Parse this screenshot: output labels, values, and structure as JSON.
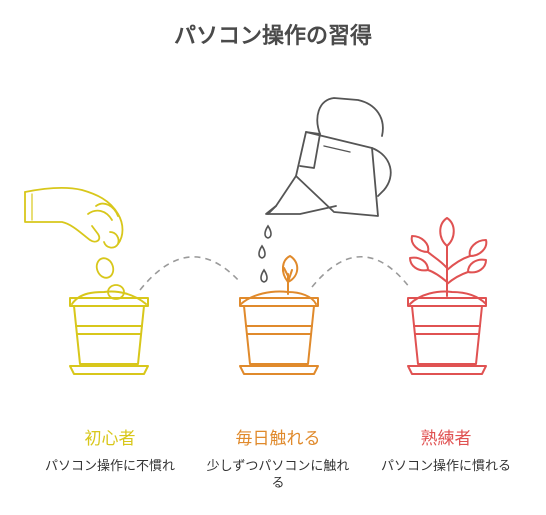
{
  "title": "パソコン操作の習得",
  "colors": {
    "title": "#4a4a4a",
    "beginner": "#d8c71b",
    "practice": "#e08a2c",
    "expert": "#e05252",
    "line": "#9a9a9a",
    "hand": "#d8c71b"
  },
  "stages": [
    {
      "label": "初心者",
      "description": "パソコン操作に不慣れ",
      "icon": "seed-pot-icon"
    },
    {
      "label": "毎日触れる",
      "description": "少しずつパソコンに触れる",
      "icon": "sprout-pot-icon"
    },
    {
      "label": "熟練者",
      "description": "パソコン操作に慣れる",
      "icon": "plant-pot-icon"
    }
  ],
  "decorations": [
    "hand-planting-seeds-icon",
    "watering-can-icon",
    "dashed-arc-connector"
  ]
}
